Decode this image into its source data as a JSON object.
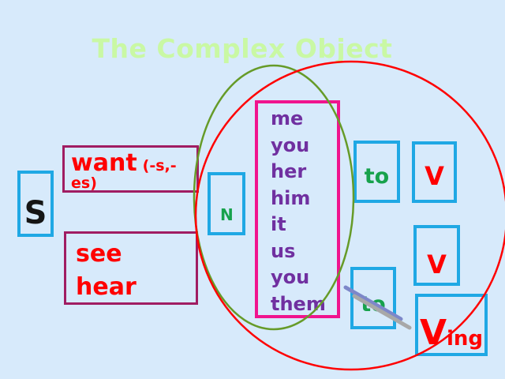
{
  "title": "The Complex Object",
  "colors": {
    "background": "#d7eafb",
    "title_text": "#c9f8a4",
    "box_border_cyan": "#1fa8e4",
    "box_border_dark_magenta": "#a01d62",
    "box_border_pink": "#f0148e",
    "text_red": "#ff0000",
    "text_green": "#17a24c",
    "text_purple": "#7030a0",
    "text_black": "#151515",
    "ellipse_red": "#ff0000",
    "ellipse_green": "#669b28",
    "strike_line_blue": "#7d87c9",
    "strike_line_gray": "#a8a8a8"
  },
  "subject_box": {
    "label": "S"
  },
  "verb_box_want": {
    "verb": "want",
    "suffix": "(-s,-es)"
  },
  "verb_box_perception": {
    "verbs": [
      "see",
      "hear"
    ]
  },
  "noun_box": {
    "label": "N"
  },
  "pronoun_box": {
    "items": [
      "me",
      "you",
      "her",
      "him",
      "it",
      "us",
      "you",
      "them"
    ]
  },
  "to_box_top": {
    "label": "to"
  },
  "v_box_top": {
    "label": "V"
  },
  "v_box_middle": {
    "label": "V"
  },
  "to_box_crossed": {
    "label": "to"
  },
  "ving_box": {
    "main": "V",
    "sub": "ing"
  }
}
